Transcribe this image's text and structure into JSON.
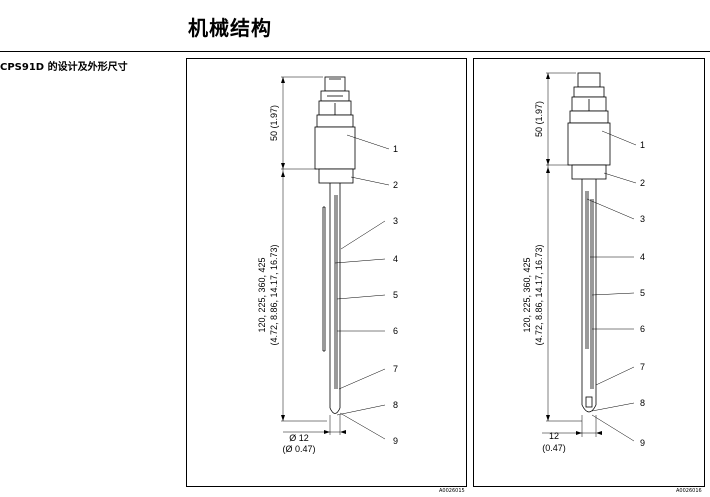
{
  "page": {
    "title": "机械结构",
    "subtitle": "CPS91D 的设计及外形尺寸"
  },
  "figure_left": {
    "dim_top": "50 (1.97)",
    "dim_length": "120, 225, 360, 425",
    "dim_length_inch": "(4.72, 8.86, 14.17, 16.73)",
    "dim_dia": "Ø 12",
    "dim_dia_inch": "(Ø 0.47)",
    "callouts": [
      "1",
      "2",
      "3",
      "4",
      "5",
      "6",
      "7",
      "8",
      "9"
    ],
    "code": "A0026015"
  },
  "figure_right": {
    "dim_top": "50 (1.97)",
    "dim_length": "120, 225, 360, 425",
    "dim_length_inch": "(4.72, 8.86, 14.17, 16.73)",
    "dim_dia": "12",
    "dim_dia_inch": "(0.47)",
    "callouts": [
      "1",
      "2",
      "3",
      "4",
      "5",
      "6",
      "7",
      "8",
      "9"
    ],
    "code": "A0026016"
  }
}
